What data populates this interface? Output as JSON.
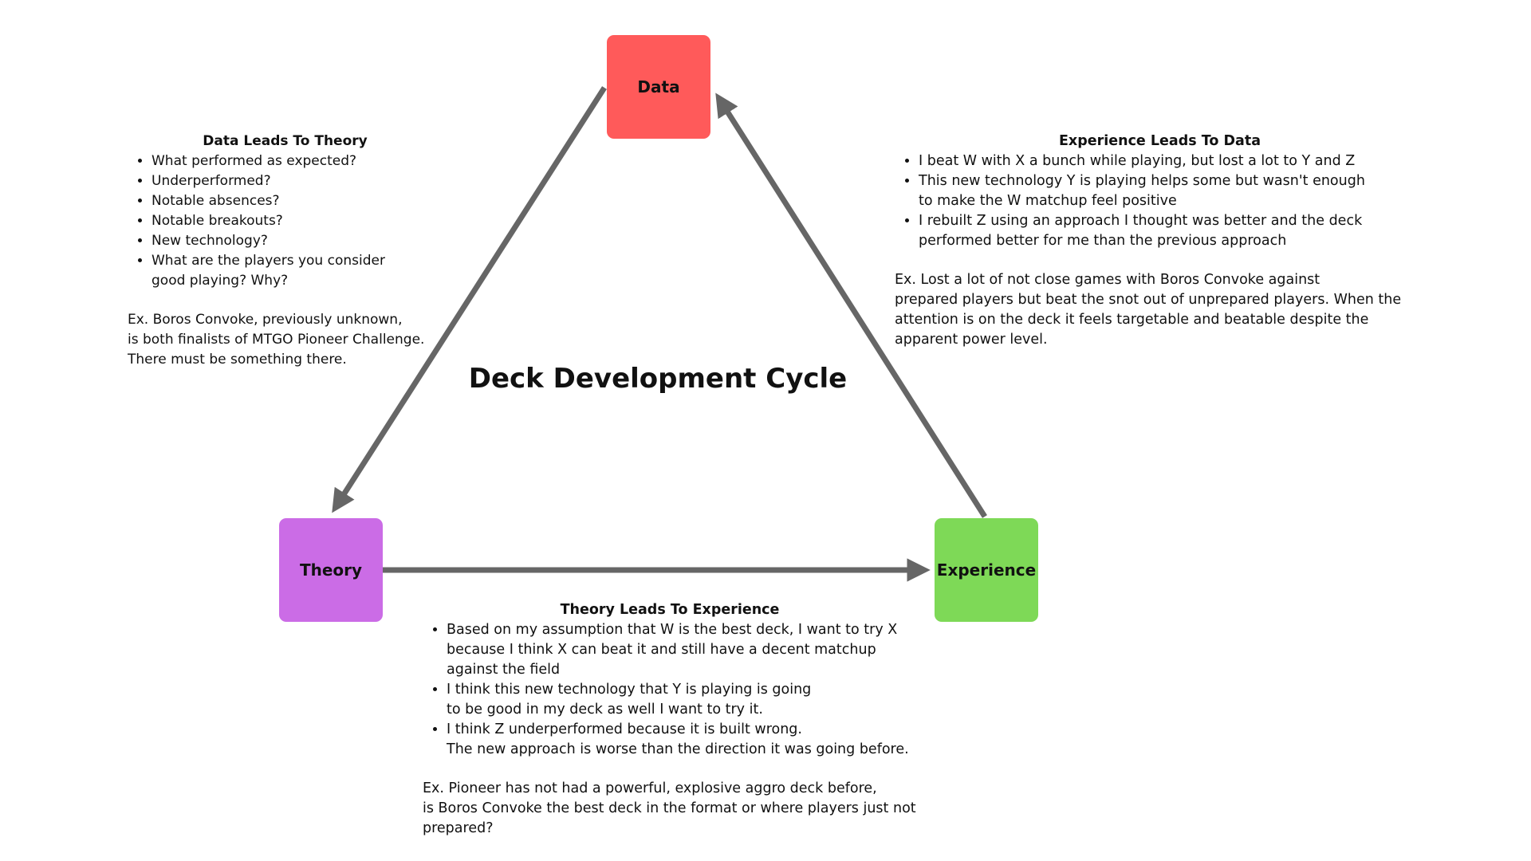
{
  "diagram": {
    "title": "Deck Development Cycle",
    "nodes": [
      {
        "id": "data",
        "label": "Data",
        "color": "#ff5a5a"
      },
      {
        "id": "theory",
        "label": "Theory",
        "color": "#cb6ce6"
      },
      {
        "id": "experience",
        "label": "Experience",
        "color": "#7ed957"
      }
    ],
    "edges": [
      {
        "from": "data",
        "to": "theory"
      },
      {
        "from": "theory",
        "to": "experience"
      },
      {
        "from": "experience",
        "to": "data"
      }
    ],
    "arrow_color": "#666666"
  },
  "data_leads_to_theory": {
    "heading": "Data Leads To Theory",
    "bullets": [
      "What performed as expected?",
      "Underperformed?",
      "Notable absences?",
      "Notable breakouts?",
      "New technology?",
      "What are the players you consider\ngood playing? Why?"
    ],
    "example": "Ex. Boros Convoke, previously unknown,\nis both finalists of MTGO Pioneer Challenge.\nThere must be something there."
  },
  "experience_leads_to_data": {
    "heading": "Experience Leads To Data",
    "bullets": [
      "I beat W with X a bunch while playing,  but lost a lot to Y and Z",
      "This new technology Y is playing helps some but wasn't enough\nto make the W matchup feel positive",
      "I rebuilt Z using an approach I thought was better and the deck\nperformed better for me than the previous approach"
    ],
    "example": "Ex. Lost a lot of not close games with Boros Convoke against\nprepared players but beat the snot out of unprepared players. When the\nattention is on the deck it feels targetable and beatable despite the\napparent power level."
  },
  "theory_leads_to_experience": {
    "heading": "Theory Leads To Experience",
    "bullets": [
      "Based on my assumption that W is the best deck, I want to try X\nbecause I think X can beat it and still have a decent matchup\nagainst the field",
      "I think this new technology that Y is playing is going\nto be good in my deck as well I want to try it.",
      "I think Z underperformed because it is built wrong.\nThe new approach is worse than the direction it was going before."
    ],
    "example": "Ex. Pioneer has not had a powerful, explosive aggro deck before,\nis Boros Convoke the best deck in the format or where players just not\nprepared?"
  }
}
